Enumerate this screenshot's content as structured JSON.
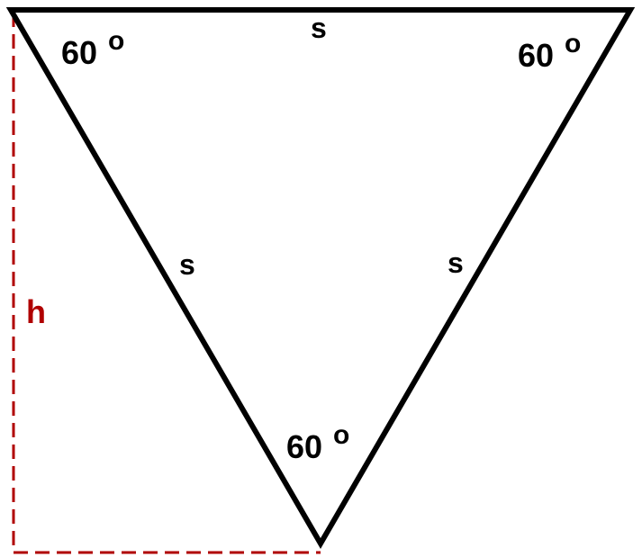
{
  "diagram": {
    "angles": [
      {
        "value": "60",
        "unit": "o"
      },
      {
        "value": "60",
        "unit": "o"
      },
      {
        "value": "60",
        "unit": "o"
      }
    ],
    "sides": [
      "s",
      "s",
      "s"
    ],
    "height_label": "h",
    "colors": {
      "triangle_stroke": "#000000",
      "height_dashes": "#b00000",
      "background": "#ffffff"
    }
  }
}
